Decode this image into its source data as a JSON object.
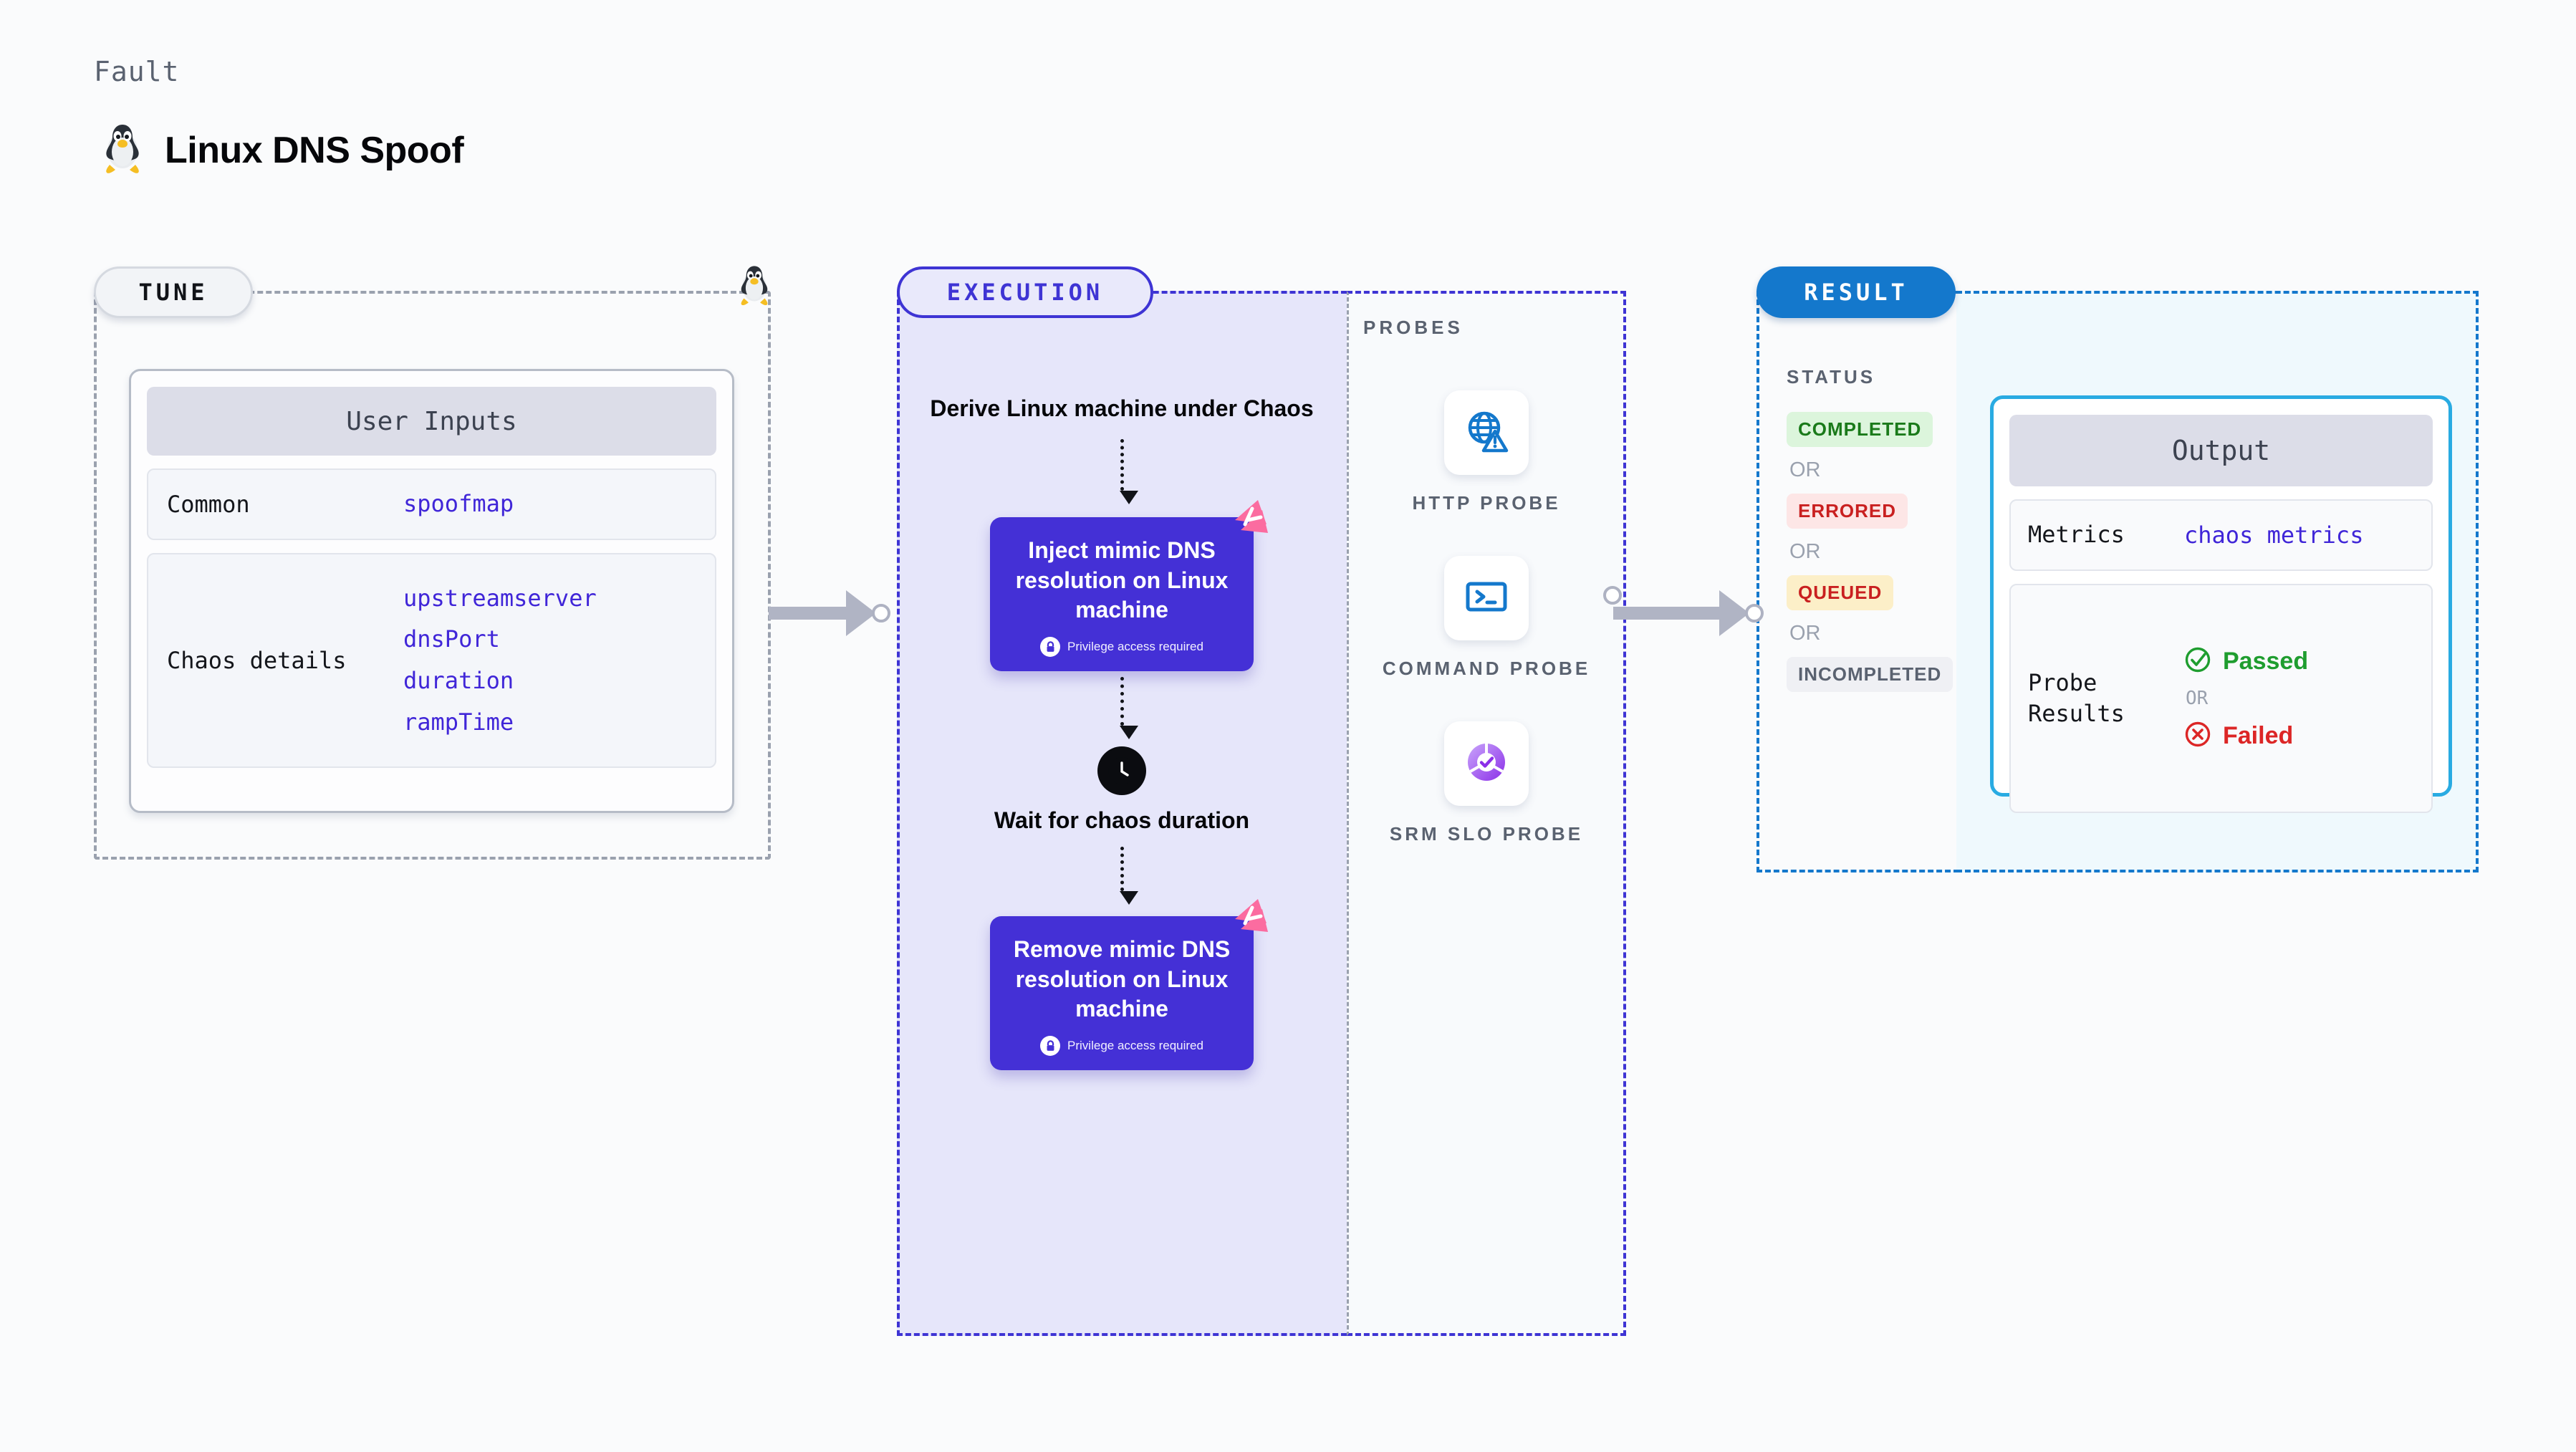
{
  "header": {
    "eyebrow": "Fault",
    "title": "Linux DNS Spoof",
    "icon": "linux-penguin-icon"
  },
  "tune": {
    "pill_label": "TUNE",
    "card_title": "User Inputs",
    "rows": [
      {
        "key": "Common",
        "values": [
          "spoofmap"
        ]
      },
      {
        "key": "Chaos details",
        "values": [
          "upstreamserver",
          "dnsPort",
          "duration",
          "rampTime"
        ]
      }
    ]
  },
  "execution": {
    "pill_label": "EXECUTION",
    "step_title": "Derive Linux machine under Chaos",
    "inject_card": {
      "title": "Inject mimic DNS resolution on Linux machine",
      "privilege_note": "Privilege access required"
    },
    "wait_label": "Wait for chaos duration",
    "remove_card": {
      "title": "Remove mimic DNS resolution on Linux machine",
      "privilege_note": "Privilege access required"
    }
  },
  "probes": {
    "title": "PROBES",
    "items": [
      {
        "label": "HTTP PROBE",
        "icon": "globe-warning-icon"
      },
      {
        "label": "COMMAND PROBE",
        "icon": "terminal-icon"
      },
      {
        "label": "SRM SLO PROBE",
        "icon": "slo-check-icon"
      }
    ]
  },
  "result": {
    "pill_label": "RESULT",
    "status_title": "STATUS",
    "or_label": "OR",
    "statuses": [
      {
        "label": "COMPLETED",
        "tone": "success"
      },
      {
        "label": "ERRORED",
        "tone": "error"
      },
      {
        "label": "QUEUED",
        "tone": "warning"
      },
      {
        "label": "INCOMPLETED",
        "tone": "neutral"
      }
    ]
  },
  "output": {
    "card_title": "Output",
    "metrics_key": "Metrics",
    "metrics_value": "chaos metrics",
    "probe_results_key": "Probe Results",
    "passed_label": "Passed",
    "failed_label": "Failed",
    "or_label": "OR"
  },
  "colors": {
    "accent_purple": "#4430D6",
    "accent_blue": "#1478CC",
    "accent_cyan": "#29ABE2",
    "chaos_pink": "#FB6CA0",
    "success_green": "#1F9D2F",
    "error_red": "#DC2626",
    "mono_value_blue": "#4026D8"
  }
}
